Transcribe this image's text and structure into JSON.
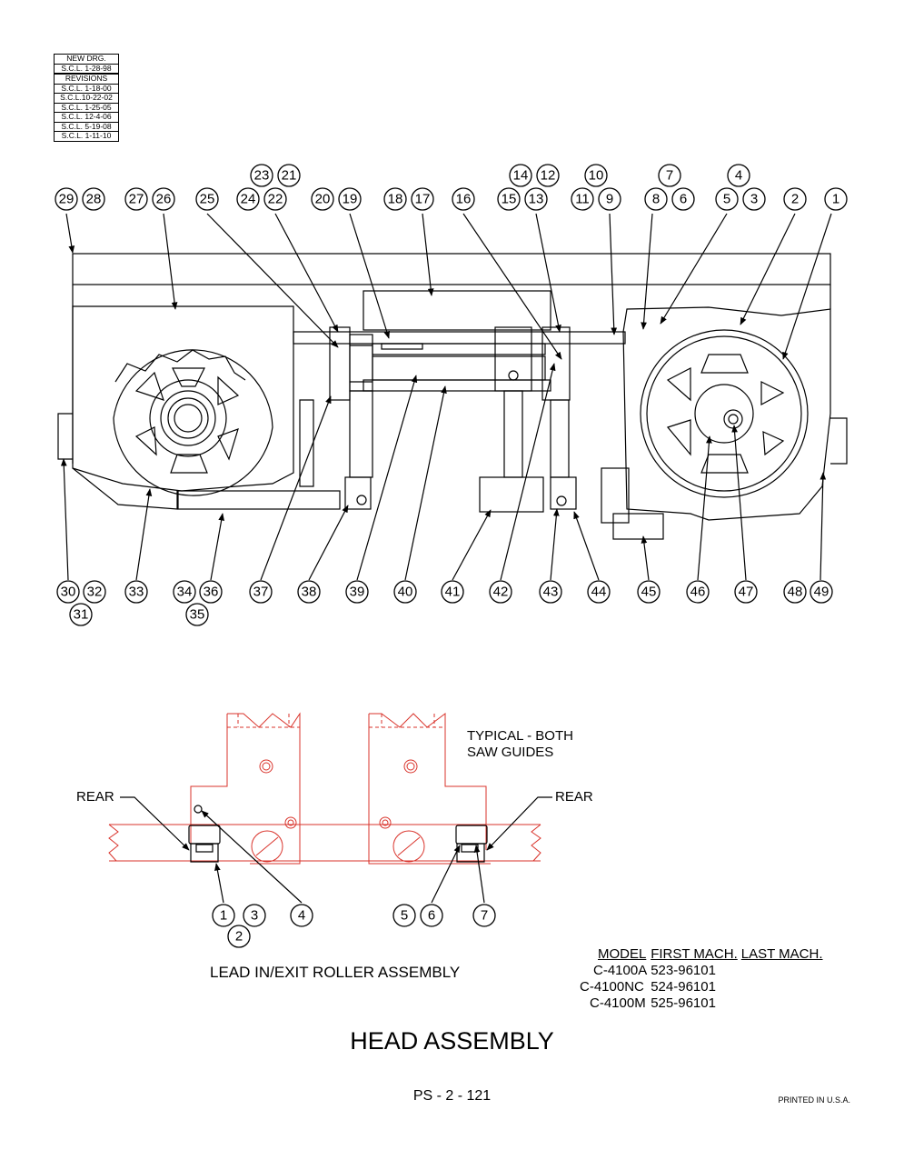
{
  "revision_block": {
    "new_drg_label": "NEW DRG.",
    "new_drg_date": "S.C.L. 1-28-98",
    "revisions_label": "REVISIONS",
    "revisions": [
      "S.C.L. 1-18-00",
      "S.C.L.10-22-02",
      "S.C.L. 1-25-05",
      "S.C.L. 12-4-06",
      "S.C.L. 5-19-08",
      "S.C.L. 1-11-10"
    ]
  },
  "main_view_callouts": [
    "1",
    "2",
    "3",
    "4",
    "5",
    "6",
    "7",
    "8",
    "9",
    "10",
    "11",
    "12",
    "13",
    "14",
    "15",
    "16",
    "17",
    "18",
    "19",
    "20",
    "21",
    "22",
    "23",
    "24",
    "25",
    "26",
    "27",
    "28",
    "29",
    "30",
    "31",
    "32",
    "33",
    "34",
    "35",
    "36",
    "37",
    "38",
    "39",
    "40",
    "41",
    "42",
    "43",
    "44",
    "45",
    "46",
    "47",
    "48",
    "49"
  ],
  "detail": {
    "note_line1": "TYPICAL - BOTH",
    "note_line2": "SAW GUIDES",
    "rear_left": "REAR",
    "rear_right": "REAR",
    "callouts": [
      "1",
      "2",
      "3",
      "4",
      "5",
      "6",
      "7"
    ],
    "caption": "LEAD IN/EXIT ROLLER ASSEMBLY"
  },
  "model_table": {
    "headers": [
      "MODEL",
      "FIRST MACH.",
      "LAST MACH."
    ],
    "rows": [
      [
        "C-4100A",
        "523-96101",
        ""
      ],
      [
        "C-4100NC",
        "524-96101",
        ""
      ],
      [
        "C-4100M",
        "525-96101",
        ""
      ]
    ]
  },
  "title": "HEAD ASSEMBLY",
  "page_number": "PS - 2 - 121",
  "printed": "PRINTED IN U.S.A.",
  "colors": {
    "line": "#000000",
    "detail_red": "#d9332b"
  }
}
